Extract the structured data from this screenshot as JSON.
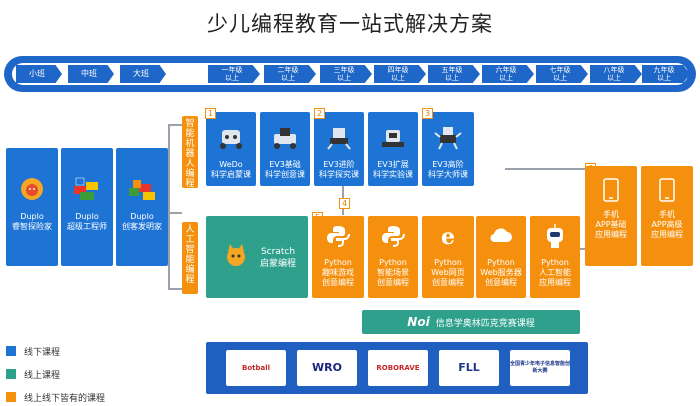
{
  "title": "少儿编程教育一站式解决方案",
  "timeline": {
    "stages": [
      {
        "label": "小班"
      },
      {
        "label": "中班"
      },
      {
        "label": "大班"
      },
      {
        "line1": "一年级",
        "line2": "以上"
      },
      {
        "line1": "二年级",
        "line2": "以上"
      },
      {
        "line1": "三年级",
        "line2": "以上"
      },
      {
        "line1": "四年级",
        "line2": "以上"
      },
      {
        "line1": "五年级",
        "line2": "以上"
      },
      {
        "line1": "六年级",
        "line2": "以上"
      },
      {
        "line1": "七年级",
        "line2": "以上"
      },
      {
        "line1": "八年级",
        "line2": "以上"
      },
      {
        "line1": "九年级",
        "line2": "以上"
      }
    ]
  },
  "track_labels": {
    "robot": "智能机器人编程",
    "ai": "人工智能编程"
  },
  "duplo": [
    {
      "line1": "Duplo",
      "line2": "睿智探险家"
    },
    {
      "line1": "Duplo",
      "line2": "超级工程师"
    },
    {
      "line1": "Duplo",
      "line2": "创客发明家"
    }
  ],
  "robot_courses": [
    {
      "line1": "WeDo",
      "line2": "科学启蒙课"
    },
    {
      "line1": "EV3基础",
      "line2": "科学创意课"
    },
    {
      "line1": "EV3进阶",
      "line2": "科学探究课"
    },
    {
      "line1": "EV3扩展",
      "line2": "科学实验课"
    },
    {
      "line1": "EV3高阶",
      "line2": "科学大师课"
    }
  ],
  "badges": [
    "1",
    "2",
    "3",
    "4",
    "5",
    "6"
  ],
  "scratch": {
    "line1": "Scratch",
    "line2": "启蒙编程"
  },
  "python_courses": [
    {
      "line1": "Python",
      "line2": "趣味游戏",
      "line3": "创意编程"
    },
    {
      "line1": "Python",
      "line2": "智能场景",
      "line3": "创意编程"
    },
    {
      "line1": "Python",
      "line2": "Web网页",
      "line3": "创意编程"
    },
    {
      "line1": "Python",
      "line2": "Web服务器",
      "line3": "创意编程"
    },
    {
      "line1": "Python",
      "line2": "人工智能",
      "line3": "应用编程"
    }
  ],
  "app_courses": [
    {
      "line1": "手机",
      "line2": "APP基础",
      "line3": "应用编程"
    },
    {
      "line1": "手机",
      "line2": "APP高级",
      "line3": "应用编程"
    }
  ],
  "noi": {
    "logo": "Noi",
    "label": "信息学奥林匹克竞赛课程"
  },
  "competitions": [
    {
      "logo": "Botball"
    },
    {
      "logo": "WRO"
    },
    {
      "logo": "ROBORAVE"
    },
    {
      "logo": "FLL"
    },
    {
      "logo": "全国青少年电子信息智能创新大赛"
    }
  ],
  "legend": [
    {
      "label": "线下课程",
      "color": "#1e74d4"
    },
    {
      "label": "线上课程",
      "color": "#2fa08c"
    },
    {
      "label": "线上线下皆有的课程",
      "color": "#f5900e"
    }
  ]
}
